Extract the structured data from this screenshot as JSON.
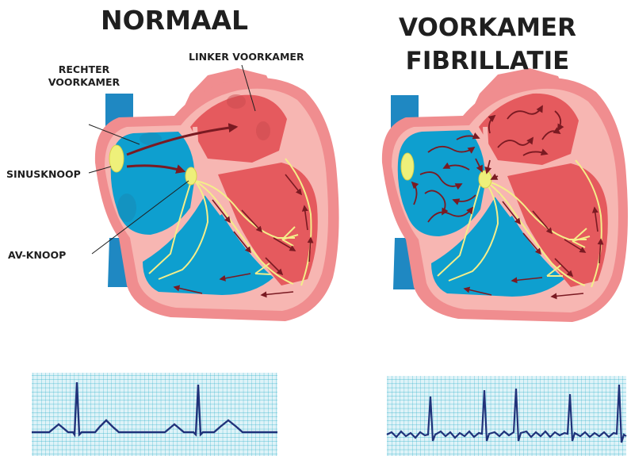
{
  "titles": {
    "normal": "NORMAAL",
    "af_line1": "VOORKAMER",
    "af_line2": "FIBRILLATIE"
  },
  "labels": {
    "right_atrium_line1": "RECHTER",
    "right_atrium_line2": "VOORKAMER",
    "left_atrium": "LINKER VOORKAMER",
    "sinus_node": "SINUSKNOOP",
    "av_node": "AV-KNOOP"
  },
  "colors": {
    "heart_outer": "#f08d8f",
    "heart_inner": "#f7b6b2",
    "chamber_red": "#e55a5e",
    "chamber_blue": "#0e9fcf",
    "vessel_blue": "#1f88c2",
    "conduction_yellow": "#f4ee8a",
    "node_yellow": "#eef07a",
    "arrow": "#7a1a22",
    "ecg_grid": "#2bb0c9",
    "ecg_bg": "#b9e4ee",
    "ecg_trace": "#20327a"
  },
  "icons": [
    "heart-normal-illustration",
    "heart-fibrillation-illustration",
    "ecg-normal-strip",
    "ecg-fibrillation-strip"
  ]
}
